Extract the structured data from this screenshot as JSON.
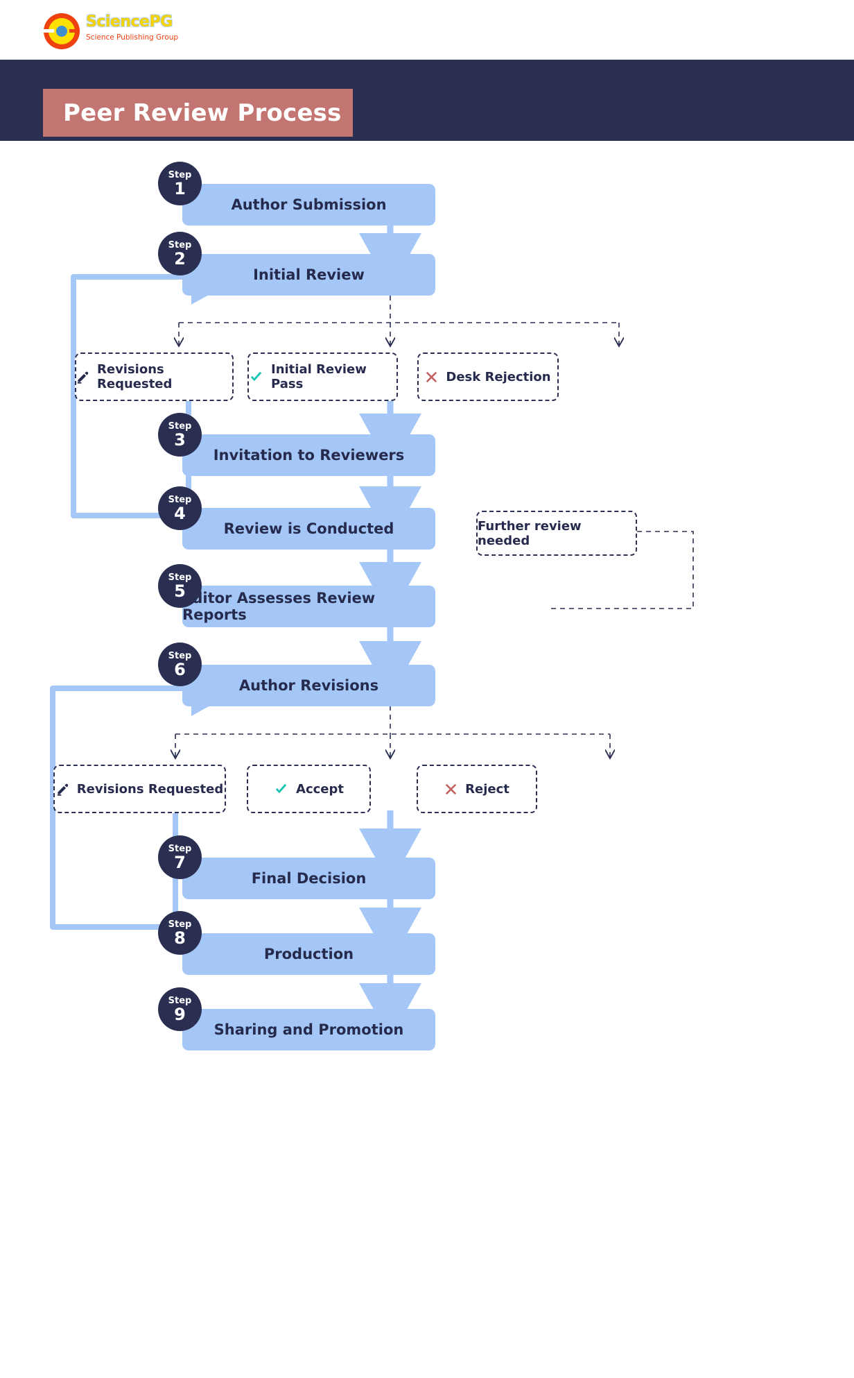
{
  "brand": {
    "name": "SciencePG",
    "tagline": "Science Publishing Group",
    "logo_icon": "sciencepg-circle-logo",
    "colors": {
      "ring": "#ef4010",
      "inner": "#ffe000",
      "core": "#3f8fd0",
      "wordmark": "#f5d300",
      "tagline": "#ef4010"
    }
  },
  "header": {
    "title": "Peer Review Process",
    "band_color": "#2a2f52",
    "title_box_color": "#c37572",
    "title_text_color": "#ffffff"
  },
  "theme": {
    "node_fill": "#a4c7f7",
    "node_text": "#262b4d",
    "badge_fill": "#2a2f52",
    "arrow_color": "#a4c7f7",
    "dashed_color": "#2a2f52",
    "accept_color": "#17c3b2",
    "reject_color": "#c4615e"
  },
  "flow": {
    "step_label": "Step",
    "steps": [
      {
        "num": "1",
        "label": "Author Submission"
      },
      {
        "num": "2",
        "label": "Initial Review"
      },
      {
        "num": "3",
        "label": "Invitation to Reviewers"
      },
      {
        "num": "4",
        "label": "Review is Conducted"
      },
      {
        "num": "5",
        "label": "Editor Assesses Review Reports"
      },
      {
        "num": "6",
        "label": "Author Revisions"
      },
      {
        "num": "7",
        "label": "Final Decision"
      },
      {
        "num": "8",
        "label": "Production"
      },
      {
        "num": "9",
        "label": "Sharing and Promotion"
      }
    ],
    "decisions_after_step_2": [
      {
        "label": "Revisions Requested",
        "icon": "pencil-icon"
      },
      {
        "label": "Initial Review Pass",
        "icon": "check-icon"
      },
      {
        "label": "Desk Rejection",
        "icon": "cross-icon"
      }
    ],
    "decisions_after_step_6": [
      {
        "label": "Revisions Requested",
        "icon": "pencil-icon"
      },
      {
        "label": "Accept",
        "icon": "check-icon"
      },
      {
        "label": "Reject",
        "icon": "cross-icon"
      }
    ],
    "side_note": {
      "label": "Further review needed"
    }
  }
}
